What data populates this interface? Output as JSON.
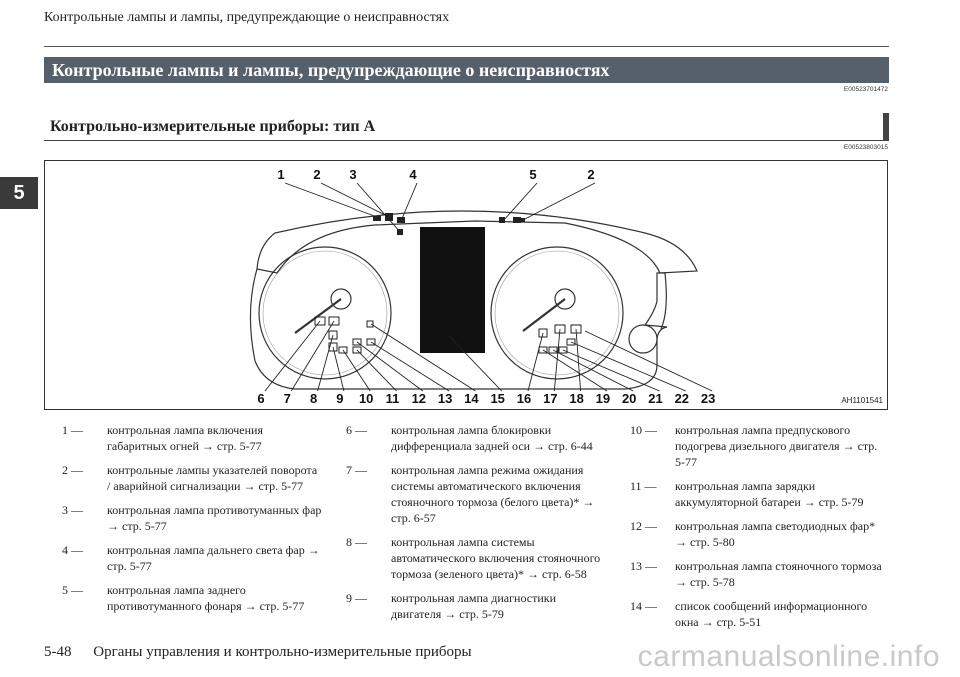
{
  "running_head": "Контрольные лампы и лампы, предупреждающие о неисправностях",
  "chapter_tab": "5",
  "section_title": "Контрольные лампы и лампы, предупреждающие о неисправностях",
  "section_code": "E00523701472",
  "subsection_title": "Контрольно-измерительные приборы: тип A",
  "subsection_code": "E00523803015",
  "figure": {
    "code": "AH1101541",
    "top_callouts": [
      "1",
      "2",
      "3",
      "4",
      "5",
      "2"
    ],
    "bottom_callouts": [
      "6",
      "7",
      "8",
      "9",
      "10",
      "11",
      "12",
      "13",
      "14",
      "15",
      "16",
      "17",
      "18",
      "19",
      "20",
      "21",
      "22",
      "23"
    ]
  },
  "legend": {
    "col1": [
      {
        "num": "1 —",
        "text": "контрольная лампа включения габаритных огней → стр. 5-77"
      },
      {
        "num": "2 —",
        "text": "контрольные лампы указателей поворота / аварийной сигнализации → стр. 5-77"
      },
      {
        "num": "3 —",
        "text": "контрольная лампа противотуманных фар → стр. 5-77"
      },
      {
        "num": "4 —",
        "text": "контрольная лампа дальнего света фар → стр. 5-77"
      },
      {
        "num": "5 —",
        "text": "контрольная лампа заднего противотуманного фонаря → стр. 5-77"
      }
    ],
    "col2": [
      {
        "num": "6 —",
        "text": "контрольная лампа блокировки дифференциала задней оси → стр. 6-44"
      },
      {
        "num": "7 —",
        "text": "контрольная лампа режима ожидания системы автоматического включения стояночного тормоза (белого цвета)* → стр. 6-57"
      },
      {
        "num": "8 —",
        "text": "контрольная лампа системы автоматического включения стояночного тормоза (зеленого цвета)* → стр. 6-58"
      },
      {
        "num": "9 —",
        "text": "контрольная лампа диагностики двигателя → стр. 5-79"
      }
    ],
    "col3": [
      {
        "num": "10 —",
        "text": "контрольная лампа предпускового подогрева дизельного двигателя → стр. 5-77"
      },
      {
        "num": "11 —",
        "text": "контрольная лампа зарядки аккумуляторной батареи → стр. 5-79"
      },
      {
        "num": "12 —",
        "text": "контрольная лампа светодиодных фар* → стр. 5-80"
      },
      {
        "num": "13 —",
        "text": "контрольная лампа стояночного тормоза → стр. 5-78"
      },
      {
        "num": "14 —",
        "text": "список сообщений информационного окна → стр. 5-51"
      }
    ]
  },
  "footer": {
    "page_number": "5-48",
    "chapter_name": "Органы управления и контрольно-измерительные приборы"
  },
  "watermark": "carmanualsonline.info"
}
